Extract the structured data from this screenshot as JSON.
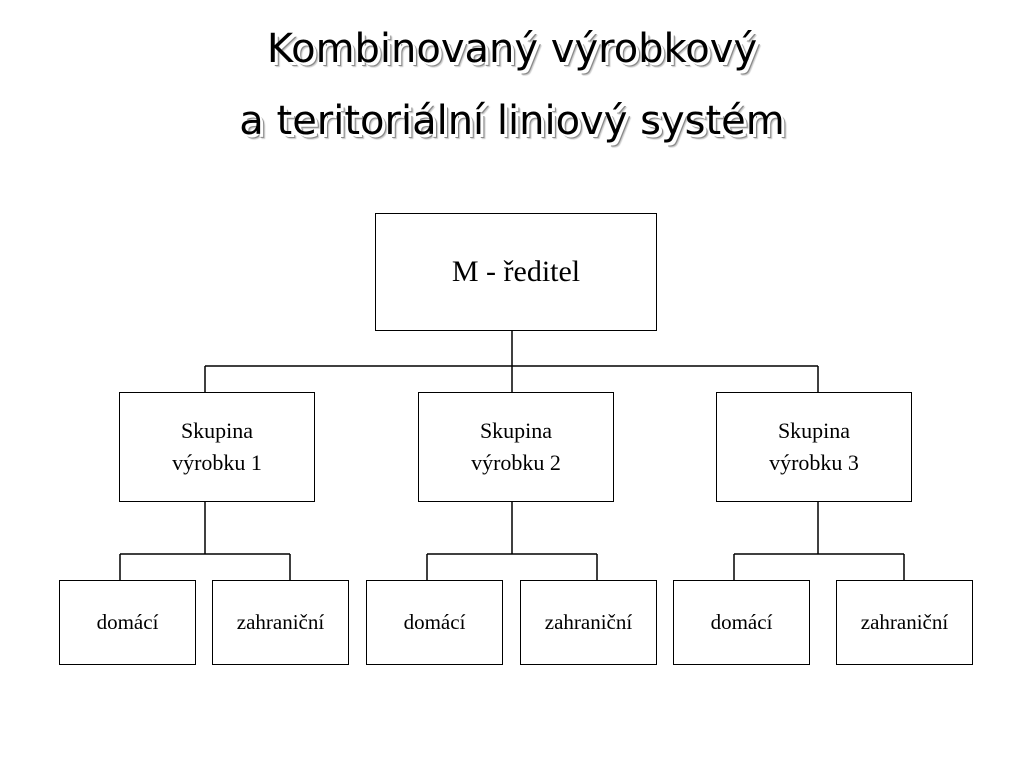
{
  "title": {
    "line1": "Kombinovaný výrobkový",
    "line2": "a teritoriální liniový systém"
  },
  "org_chart": {
    "root": {
      "label": "M - ředitel"
    },
    "groups": [
      {
        "label_line1": "Skupina",
        "label_line2": "výrobku 1",
        "children": [
          "domácí",
          "zahraniční"
        ]
      },
      {
        "label_line1": "Skupina",
        "label_line2": "výrobku 2",
        "children": [
          "domácí",
          "zahraniční"
        ]
      },
      {
        "label_line1": "Skupina",
        "label_line2": "výrobku 3",
        "children": [
          "domácí",
          "zahraniční"
        ]
      }
    ]
  }
}
